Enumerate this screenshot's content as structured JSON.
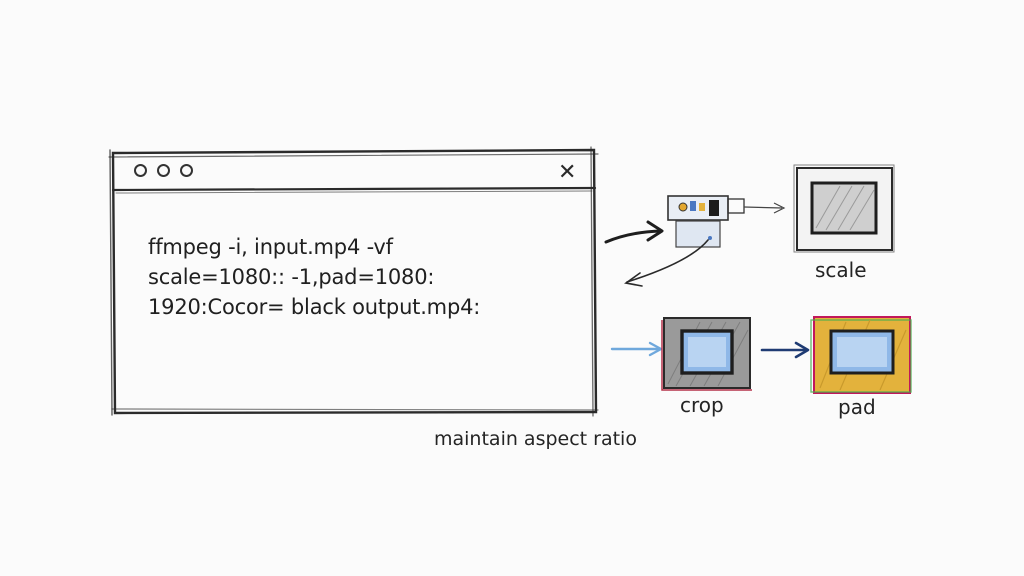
{
  "window": {
    "controls": [
      "minimize-icon",
      "maximize-icon",
      "close-dot-icon"
    ],
    "close_icon": "close-icon",
    "command_lines": [
      "ffmpeg -i, input.mp4 -vf",
      "scale=1080:: -1,pad=1080:",
      "1920:Cocor= black output.mp4:"
    ]
  },
  "steps": {
    "scale_label": "scale",
    "crop_label": "crop",
    "pad_label": "pad"
  },
  "caption": "maintain aspect ratio",
  "colors": {
    "ink": "#2a2a2a",
    "blue_arrow": "#6fa8dc",
    "navy_arrow": "#1f3b73",
    "frame_fill": "#8fb8e8",
    "crop_border": "#b5334a",
    "pad_yellow": "#e3b23c",
    "pad_green": "#4caf50",
    "pad_magenta": "#c2185b"
  }
}
